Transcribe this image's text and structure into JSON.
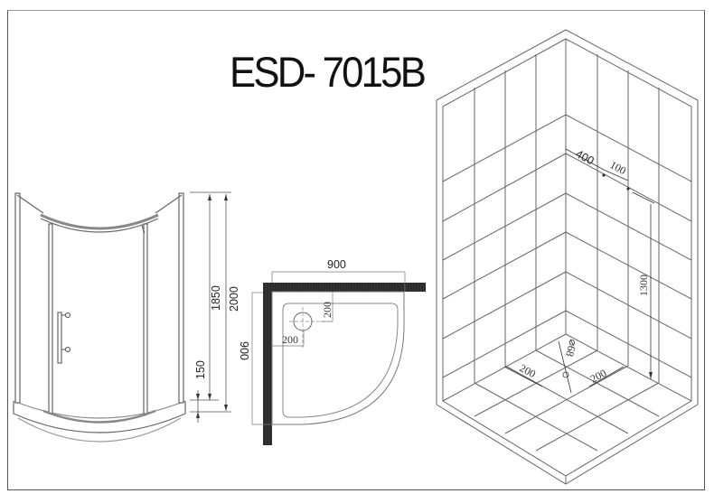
{
  "title": "ESD- 7015B",
  "front_view": {
    "dimensions": {
      "height_glass": "1850",
      "height_total": "2000",
      "tray_height": "150"
    }
  },
  "plan_view": {
    "dimensions": {
      "width": "900",
      "depth": "900",
      "drain_offset_x": "200",
      "drain_offset_y": "200"
    }
  },
  "iso_view": {
    "dimensions": {
      "mixer_offset": "400",
      "mixer_spacing": "100",
      "mixer_height": "1300",
      "drain_offset_left": "200",
      "drain_offset_right": "200",
      "drain_diameter": "⌀68"
    }
  },
  "colors": {
    "line": "#555555",
    "wall_hatch": "#222222",
    "text": "#111111"
  }
}
